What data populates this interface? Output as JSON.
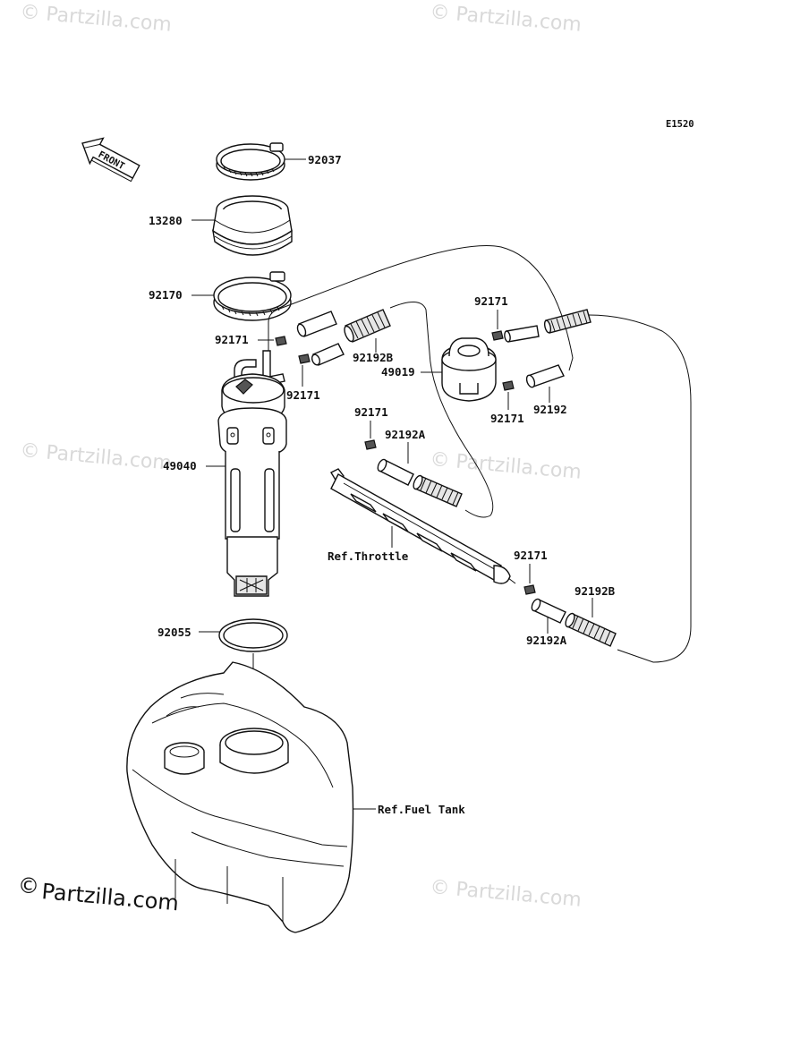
{
  "diagram": {
    "code": "E1520",
    "front_label": "FRONT",
    "parts": [
      {
        "id": "clamp-top",
        "number": "92037"
      },
      {
        "id": "seal-bellows",
        "number": "13280"
      },
      {
        "id": "clamp-lower",
        "number": "92170"
      },
      {
        "id": "clip-pump-a",
        "number": "92171"
      },
      {
        "id": "clip-pump-b",
        "number": "92171"
      },
      {
        "id": "hose-92192b-upper",
        "number": "92192B"
      },
      {
        "id": "fuel-pump",
        "number": "49040"
      },
      {
        "id": "filter",
        "number": "49019"
      },
      {
        "id": "clip-filter-a",
        "number": "92171"
      },
      {
        "id": "clip-filter-b",
        "number": "92171"
      },
      {
        "id": "hose-92192",
        "number": "92192"
      },
      {
        "id": "clip-rail",
        "number": "92171"
      },
      {
        "id": "hose-92192a-upper",
        "number": "92192A"
      },
      {
        "id": "clip-rail-end",
        "number": "92171"
      },
      {
        "id": "hose-92192b-lower",
        "number": "92192B"
      },
      {
        "id": "hose-92192a-lower",
        "number": "92192A"
      },
      {
        "id": "gasket",
        "number": "92055"
      }
    ],
    "references": {
      "throttle": "Ref.Throttle",
      "fuel_tank": "Ref.Fuel Tank"
    }
  },
  "watermark": {
    "faint": "© Partzilla.com",
    "main_symbol": "©",
    "main_text": "Partzilla.com"
  }
}
